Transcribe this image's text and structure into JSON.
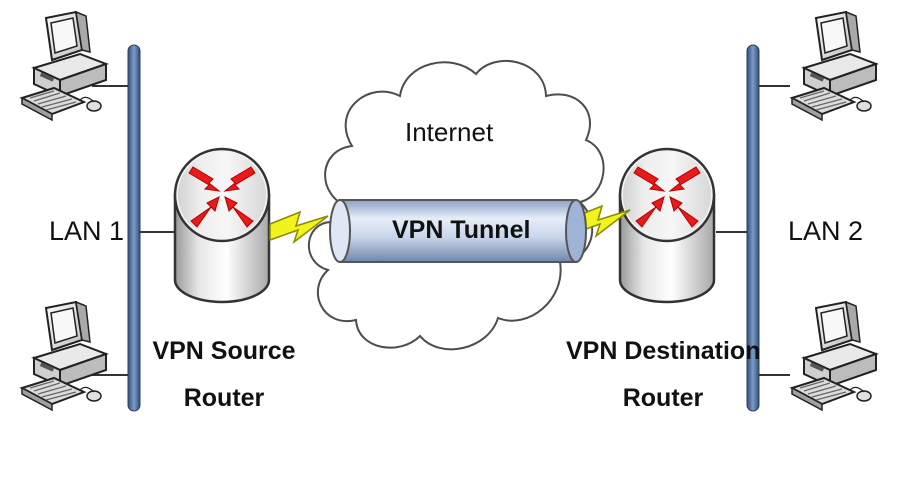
{
  "labels": {
    "lan_left": "LAN 1",
    "lan_right": "LAN 2",
    "internet": "Internet",
    "tunnel": "VPN Tunnel",
    "source_router_line1": "VPN Source",
    "source_router_line2": "Router",
    "dest_router_line1": "VPN Destination",
    "dest_router_line2": "Router"
  },
  "colors": {
    "lan_bus": "#4a6e9e",
    "router_arrows": "#e81a1a",
    "lightning": "#f2f21c",
    "tunnel": "#c8d4ea",
    "cloud_stroke": "#4d4d4d"
  },
  "icons": {
    "computer": "desktop-computer-icon",
    "router": "router-icon",
    "link": "lightning-link-icon",
    "cloud": "cloud-icon"
  }
}
